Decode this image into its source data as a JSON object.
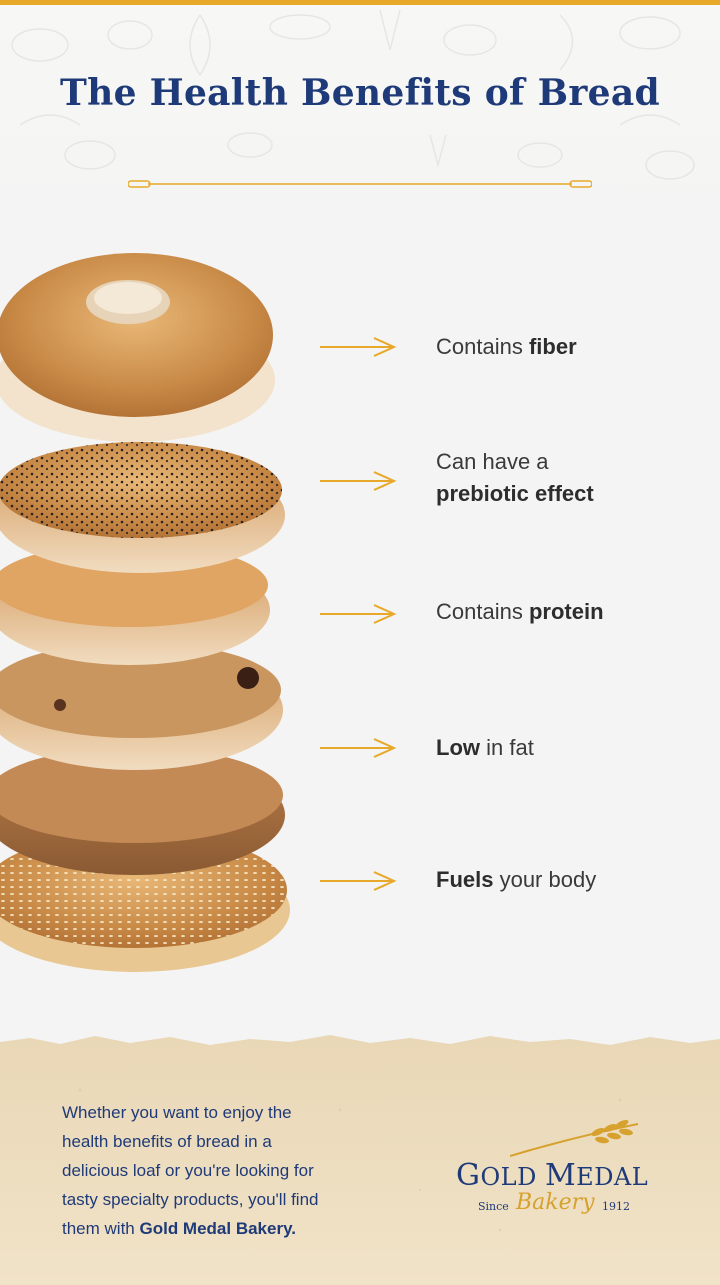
{
  "header": {
    "title": "The Health Benefits of Bread"
  },
  "benefits": [
    {
      "pre": "Contains ",
      "bold": "fiber",
      "post": ""
    },
    {
      "pre": "Can have a",
      "bold": "prebiotic effect",
      "post": ""
    },
    {
      "pre": "Contains ",
      "bold": "protein",
      "post": ""
    },
    {
      "pre": "",
      "bold": "Low",
      "post": " in fat"
    },
    {
      "pre": "",
      "bold": "Fuels",
      "post": " your body"
    }
  ],
  "footer": {
    "text_lines": [
      "Whether you want to enjoy the",
      "health benefits of bread in a",
      "delicious loaf or you're looking for",
      "tasty specialty products, you'll find",
      "them with "
    ],
    "brand_bold": "Gold Medal Bakery.",
    "logo": {
      "name_first_letter": "G",
      "name_rest": "OLD ",
      "name_second_first": "M",
      "name_second_rest": "EDAL",
      "since": "Since",
      "bakery": "Bakery",
      "year": "1912"
    }
  },
  "colors": {
    "accent_gold": "#e8a92a",
    "navy": "#1f3a78",
    "background": "#f4f4f4",
    "paper": "#eadcc1"
  },
  "icons": [
    "arrow-right-icon",
    "wheat-icon",
    "bagel-stack-image"
  ]
}
